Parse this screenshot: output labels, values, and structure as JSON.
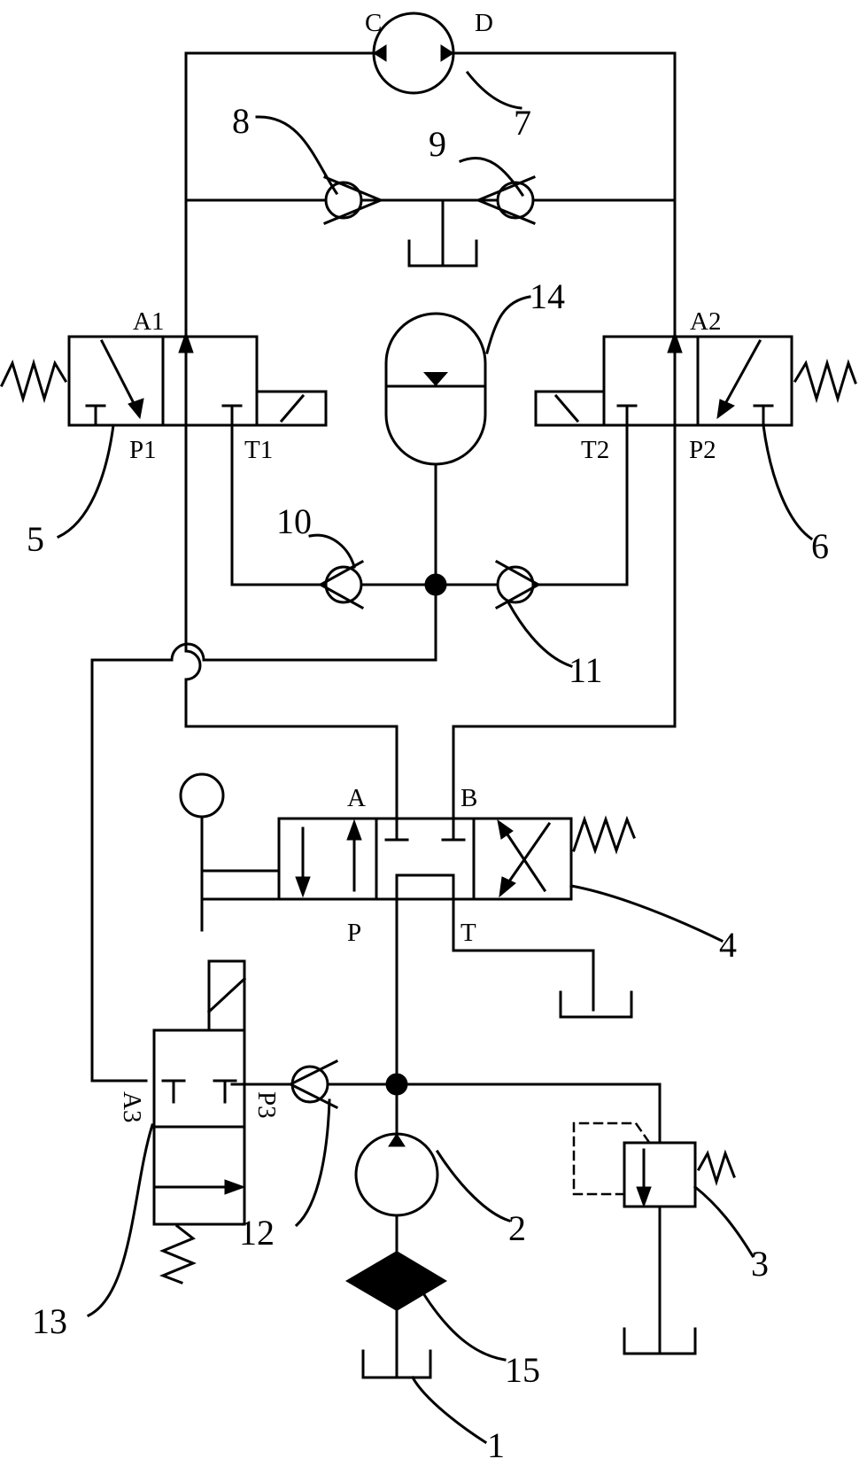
{
  "ports": {
    "motor_c": "C",
    "motor_d": "D",
    "valve5_a": "A1",
    "valve5_p": "P1",
    "valve5_t": "T1",
    "valve6_a": "A2",
    "valve6_t": "T2",
    "valve6_p": "P2",
    "valve4_a": "A",
    "valve4_b": "B",
    "valve4_p": "P",
    "valve4_t": "T",
    "valve13_a": "A3",
    "valve13_p": "P3"
  },
  "callouts": {
    "tank": "1",
    "pump": "2",
    "relief_valve": "3",
    "directional_valve": "4",
    "valve_left": "5",
    "valve_right": "6",
    "motor": "7",
    "check_8": "8",
    "check_9": "9",
    "check_10": "10",
    "check_11": "11",
    "check_12": "12",
    "solenoid_valve": "13",
    "accumulator": "14",
    "filter": "15"
  }
}
